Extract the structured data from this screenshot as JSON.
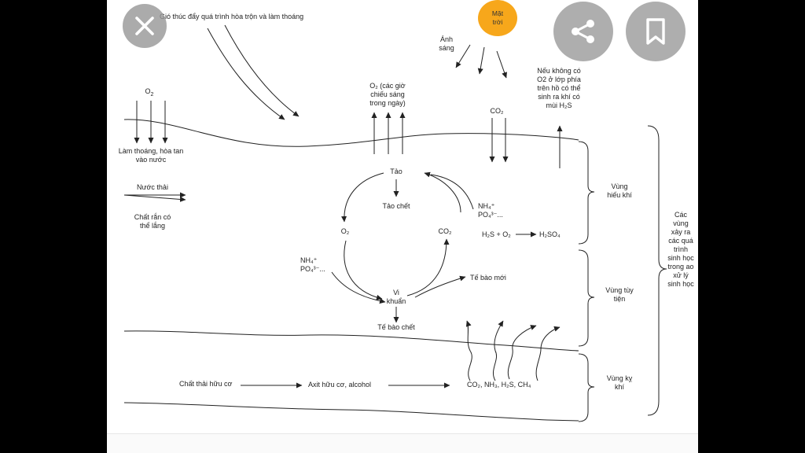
{
  "overlay": {
    "close_icon": "close-icon",
    "share_icon": "share-icon",
    "bookmark_icon": "bookmark-icon"
  },
  "diagram": {
    "wind": "Gió thúc đẩy quá trình hòa trộn và làm thoáng",
    "sun": "Mặt trời",
    "light": "Ánh sáng",
    "o2_top": "O",
    "o2_top_sub": "2",
    "aeration": "Làm thoáng, hòa tan vào nước",
    "o2_day": "O₂ (các giờ chiếu sáng trong ngày)",
    "co2_top": "CO₂",
    "h2s_note": "Nếu không có O2 ở lớp phía trên hồ có thể sinh ra khí có mùi H₂S",
    "wastewater": "Nước thải",
    "settleable": "Chất rắn có thể lắng",
    "algae": "Tảo",
    "dead_algae": "Tảo chết",
    "o2_mid": "O₂",
    "co2_mid": "CO₂",
    "nutrients_right": "NH₄⁺ PO₄³⁻...",
    "h2s_o2": "H₂S + O₂",
    "h2so4": "H₂SO₄",
    "nutrients_left": "NH₄⁺ PO₄³⁻...",
    "bacteria": "Vi khuẩn",
    "new_cells": "Tế bào mới",
    "dead_cells": "Tế bào chết",
    "organic_waste": "Chất thải hữu cơ",
    "organic_acid": "Axit hữu cơ, alcohol",
    "gases": "CO₂, NH₃, H₂S, CH₄",
    "zone_aerobic": "Vùng hiếu khí",
    "zone_facultative": "Vùng tùy tiện",
    "zone_anaerobic": "Vùng kỵ khí",
    "zones_all": "Các vùng xảy ra các quá trình sinh học trong ao xử lý sinh học"
  },
  "colors": {
    "background": "#000000",
    "page": "#ffffff",
    "sun": "#f7a71b",
    "ink": "#222222",
    "overlay_button": "#a0a0a0"
  }
}
